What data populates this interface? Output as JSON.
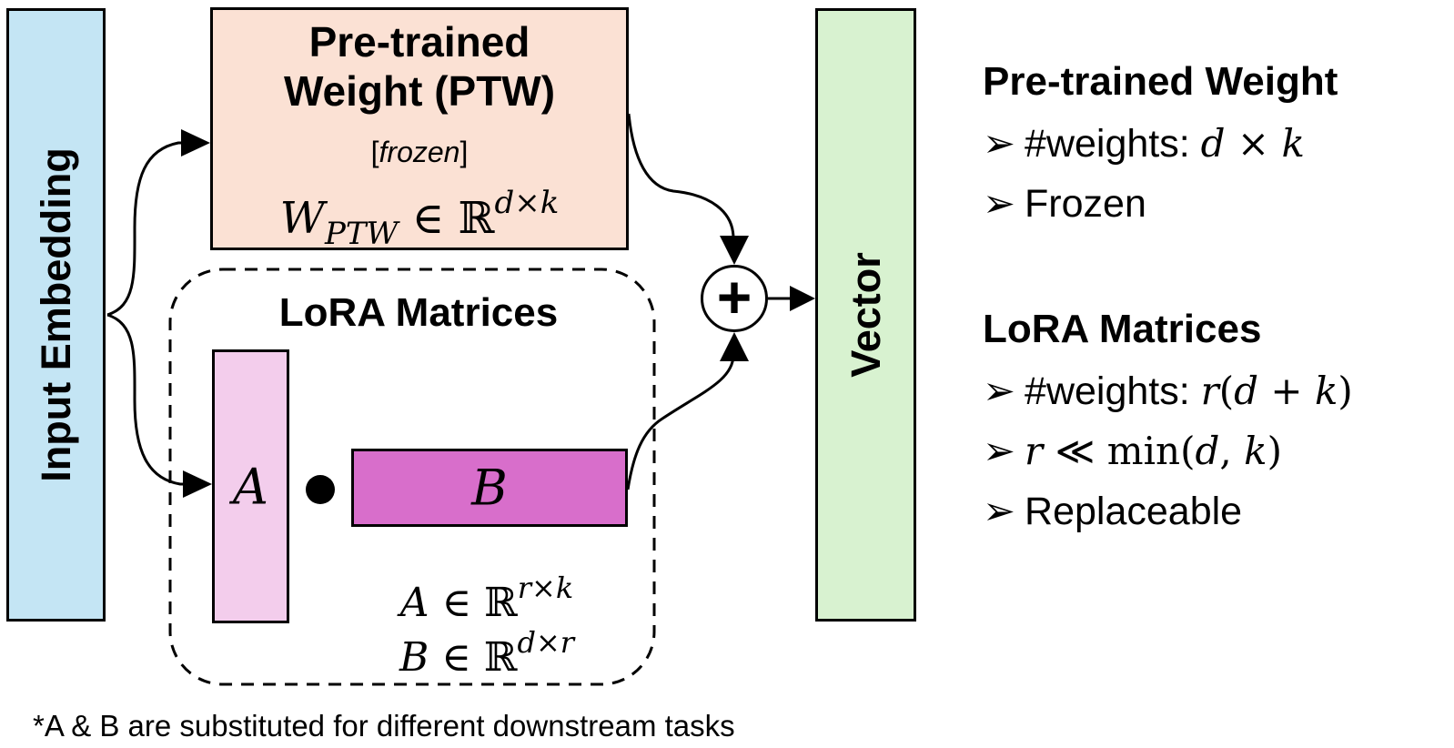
{
  "input": {
    "label": "Input Embedding"
  },
  "output": {
    "label": "Vector"
  },
  "ptw": {
    "title_line1": "Pre-trained",
    "title_line2": "Weight (PTW)",
    "status": "frozen",
    "equation": {
      "base": "W",
      "subscript": "PTW",
      "member": "∈",
      "field": "ℝ",
      "superscript": "d×k"
    }
  },
  "lora": {
    "label": "LoRA Matrices",
    "matrix_a": "A",
    "matrix_b": "B",
    "op_symbol": "•",
    "eq_a": {
      "lhs": "A",
      "member": "∈",
      "field": "ℝ",
      "superscript": "r×k"
    },
    "eq_b": {
      "lhs": "B",
      "member": "∈",
      "field": "ℝ",
      "superscript": "d×r"
    }
  },
  "sum_symbol": "+",
  "bullet_glyph": "➢",
  "legend": {
    "ptw": {
      "heading": "Pre-trained Weight",
      "weights_label": "#weights:",
      "weights_expr": {
        "a": "d",
        "op": "×",
        "b": "k"
      },
      "frozen": "Frozen"
    },
    "lora": {
      "heading": "LoRA Matrices",
      "weights_label": "#weights:",
      "weights_expr": {
        "r": "r",
        "open": "(",
        "a": "d",
        "op": "+",
        "b": "k",
        "close": ")"
      },
      "rank_expr": {
        "r": "r",
        "rel": "≪",
        "fn": "min",
        "open": "(",
        "a": "d",
        "sep": ",",
        "b": "k",
        "close": ")"
      },
      "replaceable": "Replaceable"
    }
  },
  "footnote": "*A & B are substituted for different downstream tasks"
}
